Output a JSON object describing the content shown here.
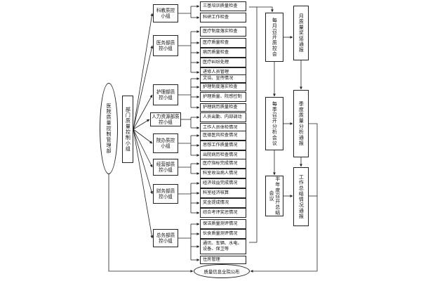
{
  "root": "医院质量控制管理部",
  "dept": "部门质量控制小组",
  "groups": [
    {
      "label": "科教质控小组",
      "items": [
        "三基培训质量检查",
        "科研工作检查"
      ]
    },
    {
      "label": "医务部质控小组",
      "items": [
        "医疗制度落实检查",
        "医疗质量检查",
        "病历质量检查",
        "医疗纠纷处理",
        "进修人员管理"
      ]
    },
    {
      "label": "护理部质控小组",
      "items": [
        "文诰、宣传情况",
        "护理制度落实检查",
        "护理质量、院感控制",
        "护理病历质量检查"
      ]
    },
    {
      "label": "人力资源部质控小组",
      "items": [
        "人员出勤、内部调动",
        "工作人员体检情况"
      ]
    },
    {
      "label": "院办质控小组",
      "items": [
        "医德医风检查情况",
        "思想工作质量情况",
        "出院病历检查情况"
      ]
    },
    {
      "label": "经营部质控小组",
      "items": [
        "医疗指标完成情况",
        "科室收治病人情况"
      ]
    },
    {
      "label": "财务部质控小组",
      "items": [
        "经济效益完成情况",
        "科室经济核算",
        "奖金提成情况",
        "综合考评奖惩情况"
      ]
    },
    {
      "label": "总务部质控小组",
      "items": [
        "保洁质量测评情况",
        "伙食质量测评情况",
        "通讯、车辆、水电、设备、保卫等",
        "住房管理"
      ]
    }
  ],
  "meetings": [
    "每月召开质控会",
    "每季召开分析会议",
    "半年度召开总结会议"
  ],
  "reports": [
    "月质量奖惩通报",
    "季度质量分析通报",
    "工作总结情况通报"
  ],
  "publish": "质量信息全院公布"
}
